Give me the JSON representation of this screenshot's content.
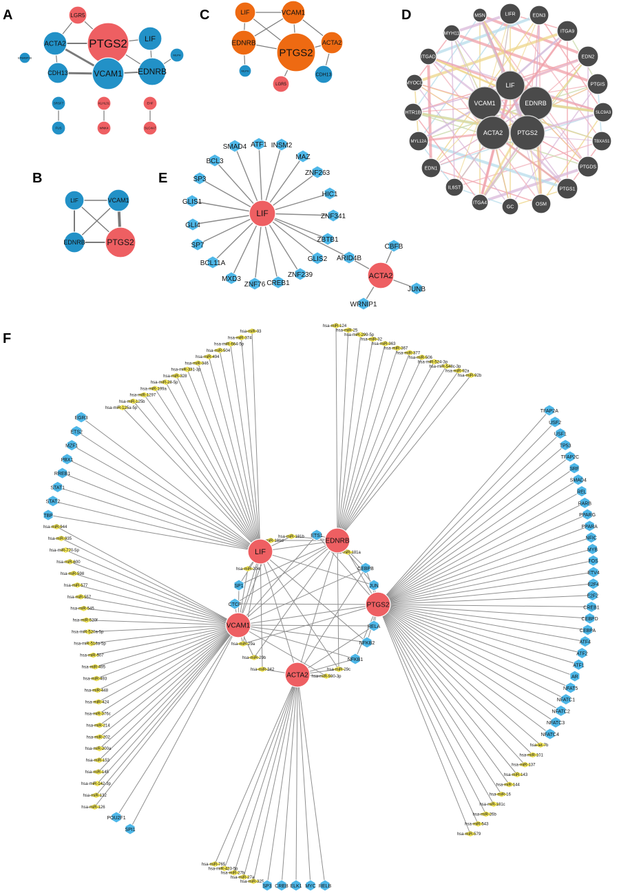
{
  "colors": {
    "red": "#EE5F62",
    "blue": "#2291C7",
    "orange": "#EE6A12",
    "dark": "#4A4A4A",
    "hex": "#4EB7E8",
    "mirna": "#F2E65A",
    "edge": "#8C8C8C",
    "edgeDark": "#7A7A7A"
  },
  "panels": {
    "A": {
      "label": "A",
      "nodes": [
        {
          "id": "PTGS2",
          "label": "PTGS2",
          "color": "red"
        },
        {
          "id": "LGR5",
          "label": "LGR5",
          "color": "red"
        },
        {
          "id": "ACTA2",
          "label": "ACTA2",
          "color": "blue"
        },
        {
          "id": "LIF",
          "label": "LIF",
          "color": "blue"
        },
        {
          "id": "VCAM1",
          "label": "VCAM1",
          "color": "blue"
        },
        {
          "id": "EDNRB",
          "label": "EDNRB",
          "color": "blue"
        },
        {
          "id": "CDH13",
          "label": "CDH13",
          "color": "blue"
        },
        {
          "id": "EPB",
          "label": "EPB49P1B",
          "color": "blue"
        },
        {
          "id": "MLPH",
          "label": "MLPH",
          "color": "blue"
        },
        {
          "id": "SRSF7",
          "label": "SRSF7",
          "color": "blue"
        },
        {
          "id": "FUS",
          "label": "FUS",
          "color": "blue"
        },
        {
          "id": "KLHL31",
          "label": "KLHL31",
          "color": "red"
        },
        {
          "id": "WNK4",
          "label": "WNK4",
          "color": "red"
        },
        {
          "id": "EHF",
          "label": "EHF",
          "color": "red"
        },
        {
          "id": "SLC4A7",
          "label": "SLC4A7",
          "color": "red"
        }
      ],
      "edges": [
        [
          "PTGS2",
          "LGR5"
        ],
        [
          "PTGS2",
          "ACTA2"
        ],
        [
          "PTGS2",
          "LIF"
        ],
        [
          "PTGS2",
          "VCAM1"
        ],
        [
          "PTGS2",
          "EDNRB"
        ],
        [
          "ACTA2",
          "LGR5"
        ],
        [
          "ACTA2",
          "VCAM1"
        ],
        [
          "ACTA2",
          "CDH13"
        ],
        [
          "CDH13",
          "VCAM1"
        ],
        [
          "VCAM1",
          "EDNRB"
        ],
        [
          "LIF",
          "EDNRB"
        ],
        [
          "EDNRB",
          "MLPH"
        ],
        [
          "SRSF7",
          "FUS"
        ],
        [
          "KLHL31",
          "WNK4"
        ],
        [
          "EHF",
          "SLC4A7"
        ]
      ]
    },
    "B": {
      "label": "B",
      "nodes": [
        {
          "id": "LIF",
          "label": "LIF",
          "color": "blue"
        },
        {
          "id": "VCAM1",
          "label": "VCAM1",
          "color": "blue"
        },
        {
          "id": "EDNRB",
          "label": "EDNRB",
          "color": "blue"
        },
        {
          "id": "PTGS2",
          "label": "PTGS2",
          "color": "red"
        }
      ],
      "edges": [
        [
          "LIF",
          "VCAM1"
        ],
        [
          "LIF",
          "EDNRB"
        ],
        [
          "LIF",
          "PTGS2"
        ],
        [
          "VCAM1",
          "EDNRB"
        ],
        [
          "VCAM1",
          "PTGS2"
        ],
        [
          "EDNRB",
          "PTGS2"
        ]
      ]
    },
    "C": {
      "label": "C",
      "nodes": [
        {
          "id": "LIF",
          "label": "LIF",
          "color": "orange"
        },
        {
          "id": "VCAM1",
          "label": "VCAM1",
          "color": "orange"
        },
        {
          "id": "EDNRB",
          "label": "EDNRB",
          "color": "orange"
        },
        {
          "id": "PTGS2",
          "label": "PTGS2",
          "color": "orange"
        },
        {
          "id": "ACTA2",
          "label": "ACTA2",
          "color": "orange"
        },
        {
          "id": "MLPH",
          "label": "MLPH",
          "color": "blue"
        },
        {
          "id": "CDH13",
          "label": "CDH13",
          "color": "blue"
        },
        {
          "id": "LGR5",
          "label": "LGR5",
          "color": "red"
        }
      ],
      "edges": [
        [
          "LIF",
          "VCAM1"
        ],
        [
          "LIF",
          "EDNRB"
        ],
        [
          "LIF",
          "PTGS2"
        ],
        [
          "VCAM1",
          "EDNRB"
        ],
        [
          "VCAM1",
          "PTGS2"
        ],
        [
          "VCAM1",
          "ACTA2"
        ],
        [
          "EDNRB",
          "PTGS2"
        ],
        [
          "EDNRB",
          "MLPH"
        ],
        [
          "PTGS2",
          "ACTA2"
        ],
        [
          "PTGS2",
          "LGR5"
        ],
        [
          "ACTA2",
          "CDH13"
        ]
      ]
    },
    "D": {
      "label": "D",
      "center": [
        "LIF",
        "VCAM1",
        "EDNRB",
        "ACTA2",
        "PTGS2"
      ],
      "ring": [
        "MSN",
        "LIFR",
        "EDN3",
        "ITGA9",
        "EDN2",
        "PTGIS",
        "SLC9A3",
        "TBXAS1",
        "PTGDS",
        "PTGS1",
        "OSM",
        "GC",
        "ITGA4",
        "IL6ST",
        "EDN1",
        "MYL12A",
        "HTR1B",
        "MYOCD",
        "ITGAD",
        "MYH11"
      ]
    },
    "E": {
      "label": "E",
      "hub1": "LIF",
      "hub2": "ACTA2",
      "tfs1": [
        "ATF1",
        "INSM2",
        "MAZ",
        "ZNF263",
        "HIC1",
        "ZNF341",
        "ZBTB1",
        "GLIS2",
        "ZNF239",
        "CREB1",
        "ZNF76",
        "MXD3",
        "BCL11A",
        "SP7",
        "GLI4",
        "GLIS1",
        "SP3",
        "BCL3",
        "SMAD4"
      ],
      "shared": "ARID4B",
      "tfs2": [
        "CBFB",
        "JUNB",
        "WRNIP1"
      ]
    },
    "F": {
      "label": "F",
      "hubs": [
        "LIF",
        "EDNRB",
        "VCAM1",
        "PTGS2",
        "ACTA2"
      ],
      "inner": [
        {
          "label": "hsa-miR-181d",
          "type": "mirna"
        },
        {
          "label": "hsa-miR-181b",
          "type": "mirna"
        },
        {
          "label": "ETS1",
          "type": "tf"
        },
        {
          "label": "hsa-miR-181a",
          "type": "mirna"
        },
        {
          "label": "CEBPB",
          "type": "tf"
        },
        {
          "label": "JUN",
          "type": "tf"
        },
        {
          "label": "RELA",
          "type": "tf"
        },
        {
          "label": "NFKB2",
          "type": "tf"
        },
        {
          "label": "NFKB1",
          "type": "tf"
        },
        {
          "label": "hsa-miR-29c",
          "type": "mirna"
        },
        {
          "label": "hsa-miR-590-3p",
          "type": "mirna"
        },
        {
          "label": "hsa-miR-342",
          "type": "mirna"
        },
        {
          "label": "hsa-miR-29b",
          "type": "mirna"
        },
        {
          "label": "hsa-miR-29a",
          "type": "mirna"
        },
        {
          "label": "CTCF",
          "type": "tf"
        },
        {
          "label": "SP1",
          "type": "tf"
        },
        {
          "label": "hsa-miR-204",
          "type": "mirna"
        }
      ],
      "lif_targets": [
        {
          "label": "hsa-miR-93",
          "type": "mirna"
        },
        {
          "label": "hsa-miR-374",
          "type": "mirna"
        },
        {
          "label": "hsa-miR-664-5p",
          "type": "mirna"
        },
        {
          "label": "hsa-miR-504",
          "type": "mirna"
        },
        {
          "label": "hsa-miR-494",
          "type": "mirna"
        },
        {
          "label": "hsa-miR-346",
          "type": "mirna"
        },
        {
          "label": "hsa-miR-331-3p",
          "type": "mirna"
        },
        {
          "label": "hsa-miR-328",
          "type": "mirna"
        },
        {
          "label": "hsa-miR-28-5p",
          "type": "mirna"
        },
        {
          "label": "hsa-miR-199a",
          "type": "mirna"
        },
        {
          "label": "hsa-miR-1297",
          "type": "mirna"
        },
        {
          "label": "hsa-miR-125b",
          "type": "mirna"
        },
        {
          "label": "hsa-miR-125a-5p",
          "type": "mirna"
        },
        {
          "label": "EGR3",
          "type": "tf"
        },
        {
          "label": "ETS2",
          "type": "tf"
        },
        {
          "label": "MZF1",
          "type": "tf"
        },
        {
          "label": "PBX1",
          "type": "tf"
        },
        {
          "label": "RREB1",
          "type": "tf"
        },
        {
          "label": "STAT1",
          "type": "tf"
        },
        {
          "label": "STAT2",
          "type": "tf"
        },
        {
          "label": "TBP",
          "type": "tf"
        }
      ],
      "ednrb_targets": [
        {
          "label": "hsa-miR-124",
          "type": "mirna"
        },
        {
          "label": "hsa-miR-25",
          "type": "mirna"
        },
        {
          "label": "hsa-miR-299-5p",
          "type": "mirna"
        },
        {
          "label": "hsa-miR-32",
          "type": "mirna"
        },
        {
          "label": "hsa-miR-363",
          "type": "mirna"
        },
        {
          "label": "hsa-miR-367",
          "type": "mirna"
        },
        {
          "label": "hsa-miR-377",
          "type": "mirna"
        },
        {
          "label": "hsa-miR-506",
          "type": "mirna"
        },
        {
          "label": "hsa-miR-524-3p",
          "type": "mirna"
        },
        {
          "label": "hsa-miR-548c-3p",
          "type": "mirna"
        },
        {
          "label": "hsa-miR-92a",
          "type": "mirna"
        },
        {
          "label": "hsa-miR-92b",
          "type": "mirna"
        }
      ],
      "vcam1_targets": [
        {
          "label": "hsa-miR-944",
          "type": "mirna"
        },
        {
          "label": "hsa-miR-935",
          "type": "mirna"
        },
        {
          "label": "hsa-miR-770-5p",
          "type": "mirna"
        },
        {
          "label": "hsa-miR-600",
          "type": "mirna"
        },
        {
          "label": "hsa-miR-598",
          "type": "mirna"
        },
        {
          "label": "hsa-miR-577",
          "type": "mirna"
        },
        {
          "label": "hsa-miR-557",
          "type": "mirna"
        },
        {
          "label": "hsa-miR-545",
          "type": "mirna"
        },
        {
          "label": "hsa-miR-520f",
          "type": "mirna"
        },
        {
          "label": "hsa-miR-520a-5p",
          "type": "mirna"
        },
        {
          "label": "hsa-miR-516a-5p",
          "type": "mirna"
        },
        {
          "label": "hsa-miR-507",
          "type": "mirna"
        },
        {
          "label": "hsa-miR-495",
          "type": "mirna"
        },
        {
          "label": "hsa-miR-493",
          "type": "mirna"
        },
        {
          "label": "hsa-miR-448",
          "type": "mirna"
        },
        {
          "label": "hsa-miR-424",
          "type": "mirna"
        },
        {
          "label": "hsa-miR-376c",
          "type": "mirna"
        },
        {
          "label": "hsa-miR-214",
          "type": "mirna"
        },
        {
          "label": "hsa-miR-202",
          "type": "mirna"
        },
        {
          "label": "hsa-miR-200a",
          "type": "mirna"
        },
        {
          "label": "hsa-miR-153",
          "type": "mirna"
        },
        {
          "label": "hsa-miR-145",
          "type": "mirna"
        },
        {
          "label": "hsa-miR-142-3p",
          "type": "mirna"
        },
        {
          "label": "hsa-miR-132",
          "type": "mirna"
        },
        {
          "label": "hsa-miR-126",
          "type": "mirna"
        },
        {
          "label": "POU2F1",
          "type": "tf"
        },
        {
          "label": "SPI1",
          "type": "tf"
        }
      ],
      "ptgs2_targets": [
        {
          "label": "TFAP2A",
          "type": "tf"
        },
        {
          "label": "USF2",
          "type": "tf"
        },
        {
          "label": "USF1",
          "type": "tf"
        },
        {
          "label": "TP53",
          "type": "tf"
        },
        {
          "label": "TFAP2C",
          "type": "tf"
        },
        {
          "label": "SRF",
          "type": "tf"
        },
        {
          "label": "SMAD4",
          "type": "tf"
        },
        {
          "label": "REL",
          "type": "tf"
        },
        {
          "label": "RARB",
          "type": "tf"
        },
        {
          "label": "PPARG",
          "type": "tf"
        },
        {
          "label": "PPARA",
          "type": "tf"
        },
        {
          "label": "NFIC",
          "type": "tf"
        },
        {
          "label": "MYB",
          "type": "tf"
        },
        {
          "label": "FOS",
          "type": "tf"
        },
        {
          "label": "ETV4",
          "type": "tf"
        },
        {
          "label": "E2F4",
          "type": "tf"
        },
        {
          "label": "E2F2",
          "type": "tf"
        },
        {
          "label": "CREB1",
          "type": "tf"
        },
        {
          "label": "CEBPD",
          "type": "tf"
        },
        {
          "label": "CEBPA",
          "type": "tf"
        },
        {
          "label": "ATF4",
          "type": "tf"
        },
        {
          "label": "ATF2",
          "type": "tf"
        },
        {
          "label": "ATF1",
          "type": "tf"
        },
        {
          "label": "AR",
          "type": "tf"
        },
        {
          "label": "NFAT5",
          "type": "tf"
        },
        {
          "label": "NFATC1",
          "type": "tf"
        },
        {
          "label": "NFATC2",
          "type": "tf"
        },
        {
          "label": "NFATC3",
          "type": "tf"
        },
        {
          "label": "NFATC4",
          "type": "tf"
        },
        {
          "label": "hsa-let-7b",
          "type": "mirna"
        },
        {
          "label": "hsa-miR-101",
          "type": "mirna"
        },
        {
          "label": "hsa-miR-137",
          "type": "mirna"
        },
        {
          "label": "hsa-miR-143",
          "type": "mirna"
        },
        {
          "label": "hsa-miR-144",
          "type": "mirna"
        },
        {
          "label": "hsa-miR-16",
          "type": "mirna"
        },
        {
          "label": "hsa-miR-181c",
          "type": "mirna"
        },
        {
          "label": "hsa-miR-26b",
          "type": "mirna"
        },
        {
          "label": "hsa-miR-543",
          "type": "mirna"
        },
        {
          "label": "hsa-miR-579",
          "type": "mirna"
        }
      ],
      "acta2_targets": [
        {
          "label": "hsa-miR-765",
          "type": "mirna"
        },
        {
          "label": "hsa-miR-423-5p",
          "type": "mirna"
        },
        {
          "label": "hsa-miR-27b",
          "type": "mirna"
        },
        {
          "label": "hsa-miR-27a",
          "type": "mirna"
        },
        {
          "label": "hsa-miR-325",
          "type": "mirna"
        },
        {
          "label": "SP3",
          "type": "tf"
        },
        {
          "label": "CREB",
          "type": "tf"
        },
        {
          "label": "ELK1",
          "type": "tf"
        },
        {
          "label": "MYC",
          "type": "tf"
        },
        {
          "label": "RELB",
          "type": "tf"
        }
      ]
    }
  }
}
